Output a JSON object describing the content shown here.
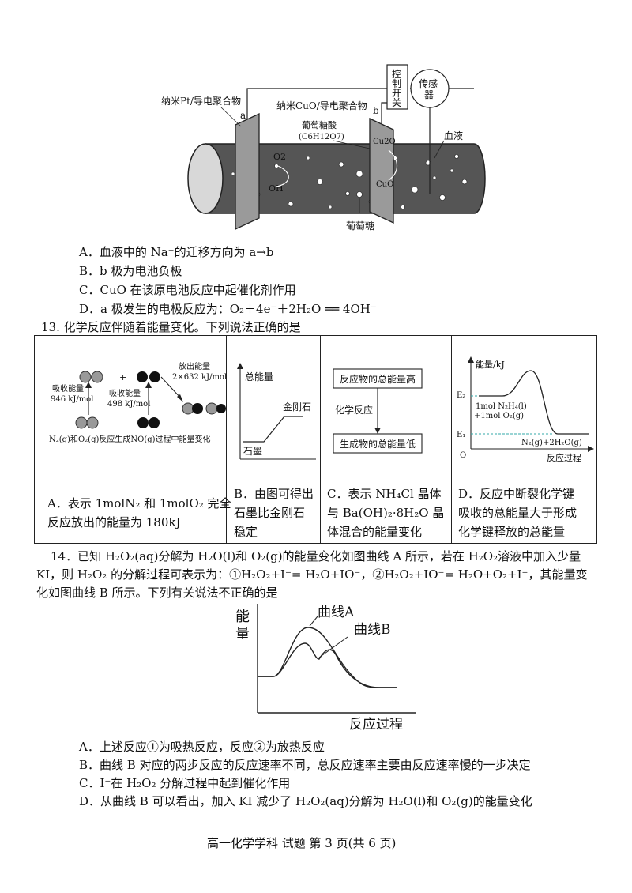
{
  "fig12": {
    "left_electrode": "纳米Pt/导电聚合物",
    "right_electrode": "纳米CuO/导电聚合物",
    "label_a": "a",
    "label_b": "b",
    "switch": [
      "控",
      "制",
      "开",
      "关"
    ],
    "sensor": [
      "传感",
      "器"
    ],
    "blood": "血液",
    "gluconic": "葡萄糖酸",
    "gluconic_formula": "(C6H12O7)",
    "o2": "O2",
    "oh": "OH⁻",
    "cu2o": "Cu2O",
    "cuo": "CuO",
    "glucose": "葡萄糖"
  },
  "q12": {
    "A": "A．血液中的 Na⁺的迁移方向为 a→b",
    "B": "B．b 极为电池负极",
    "C": "C．CuO 在该原电池反应中起催化剂作用",
    "D": "D．a 极发生的电极反应为：O₂＋4e⁻＋2H₂O ══ 4OH⁻"
  },
  "q13": {
    "stem": "13. 化学反应伴随着能量变化。下列说法正确的是",
    "fig1": {
      "release": "放出能量",
      "release_val": "2×632 kJ/mol",
      "absorb1": "吸收能量",
      "absorb1_val": "946 kJ/mol",
      "absorb2": "吸收能量",
      "absorb2_val": "498 kJ/mol",
      "caption": "N₂(g)和O₂(g)反应生成NO(g)过程中能量变化",
      "plus": "+"
    },
    "fig2": {
      "ylabel": "总能量",
      "upper": "金刚石",
      "lower": "石墨"
    },
    "fig3": {
      "box1": "反应物的总能量高",
      "arrow_label": "化学反应",
      "box2": "生成物的总能量低"
    },
    "fig4": {
      "ylabel": "能量/kJ",
      "e2": "E₂",
      "e1": "E₁",
      "origin": "O",
      "reactant1": "1mol N₂H₄(l)",
      "reactant2": "+1mol O₂(g)",
      "product": "N₂(g)+2H₂O(g)",
      "xlabel": "反应过程"
    },
    "A": [
      "A．表示 1molN₂ 和 1molO₂ 完全",
      "反应放出的能量为 180kJ"
    ],
    "B": [
      "B．由图可得出",
      "石墨比金刚石",
      "稳定"
    ],
    "C": [
      "C．表示 NH₄Cl 晶体",
      "与 Ba(OH)₂·8H₂O 晶",
      "体混合的能量变化"
    ],
    "D": [
      "D．反应中断裂化学键",
      "吸收的总能量大于形成",
      "化学键释放的总能量"
    ]
  },
  "q14": {
    "stem1": "14．已知 H₂O₂(aq)分解为 H₂O(l)和 O₂(g)的能量变化如图曲线 A 所示，若在 H₂O₂溶液中加入少量",
    "stem2": "KI，则 H₂O₂ 的分解过程可表示为：①H₂O₂+I⁻= H₂O+IO⁻，②H₂O₂+IO⁻= H₂O+O₂+I⁻，其能量变",
    "stem3": "化如图曲线 B 所示。下列有关说法不正确的是",
    "chart": {
      "ylabel_1": "能",
      "ylabel_2": "量",
      "curve_a": "曲线A",
      "curve_b": "曲线B",
      "xlabel": "反应过程"
    },
    "A": "A．上述反应①为吸热反应，反应②为放热反应",
    "B": "B．曲线 B 对应的两步反应的反应速率不同，总反应速率主要由反应速率慢的一步决定",
    "C": "C．I⁻在 H₂O₂ 分解过程中起到催化作用",
    "D": "D．从曲线 B 可以看出，加入 KI 减少了 H₂O₂(aq)分解为 H₂O(l)和 O₂(g)的能量变化"
  },
  "footer": "高一化学学科  试题  第 3 页(共 6 页)"
}
